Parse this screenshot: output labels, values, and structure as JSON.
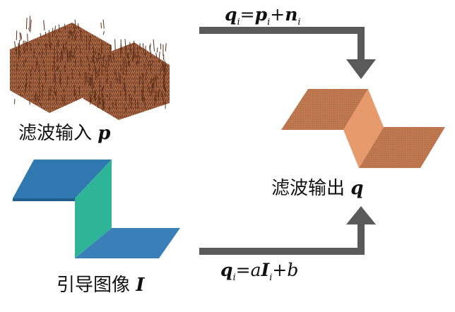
{
  "labels": {
    "input_text": "滤波输入",
    "input_var": "p",
    "output_text": "滤波输出",
    "output_var": "q",
    "guide_text": "引导图像",
    "guide_var": "I"
  },
  "equations": {
    "top": {
      "lhs": "q",
      "lhs_sub": "i",
      "eq": "=",
      "t1": "p",
      "t1_sub": "i",
      "plus": "+",
      "t2": "n",
      "t2_sub": "i"
    },
    "bottom": {
      "lhs": "q",
      "lhs_sub": "i",
      "eq": "=",
      "a": "a",
      "I": "I",
      "I_sub": "i",
      "plus": "+",
      "b": "b"
    }
  },
  "colors": {
    "noisy_surface": "#b06a45",
    "output_top": "#c4784f",
    "output_step": "#e79a6c",
    "guide_top": "#2f78b0",
    "guide_step": "#2eb597",
    "arrow": "#5a5a5a"
  }
}
